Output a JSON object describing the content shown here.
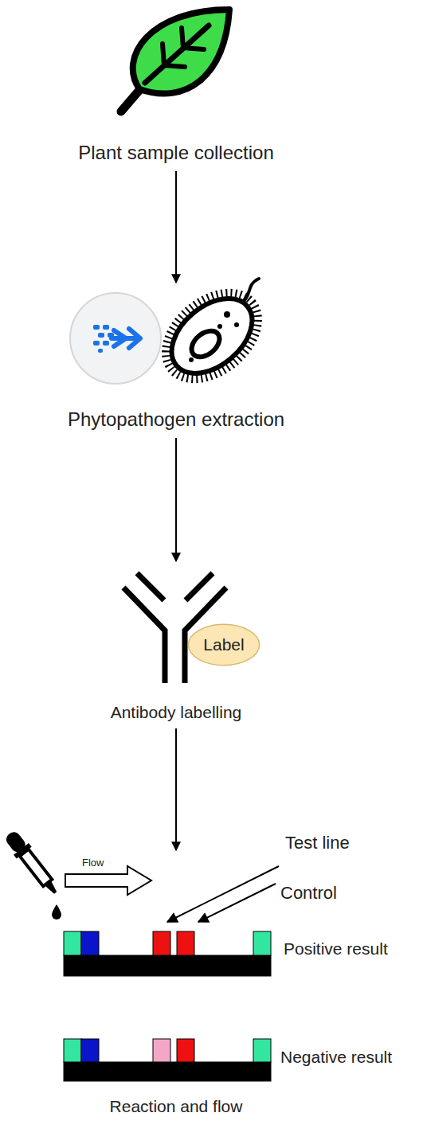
{
  "diagram": {
    "nodes": [
      {
        "text": [
          "Plant sample collection"
        ]
      },
      {
        "text": [
          "Phytopathogen extraction"
        ]
      },
      {
        "text": [
          "Antibody labelling"
        ]
      },
      {
        "text": [
          "Label"
        ],
        "in": 2
      },
      {
        "text": [
          "Reaction and flow"
        ]
      }
    ],
    "edges": [
      {
        "from": 0,
        "to": 1,
        "arrow": "to"
      },
      {
        "from": 1,
        "to": 2,
        "arrow": "to"
      },
      {
        "from": 2,
        "to": 4,
        "arrow": "to"
      }
    ],
    "labels": [
      "Flow",
      "Test line",
      "Control",
      "Positive result",
      "Negative result"
    ]
  }
}
